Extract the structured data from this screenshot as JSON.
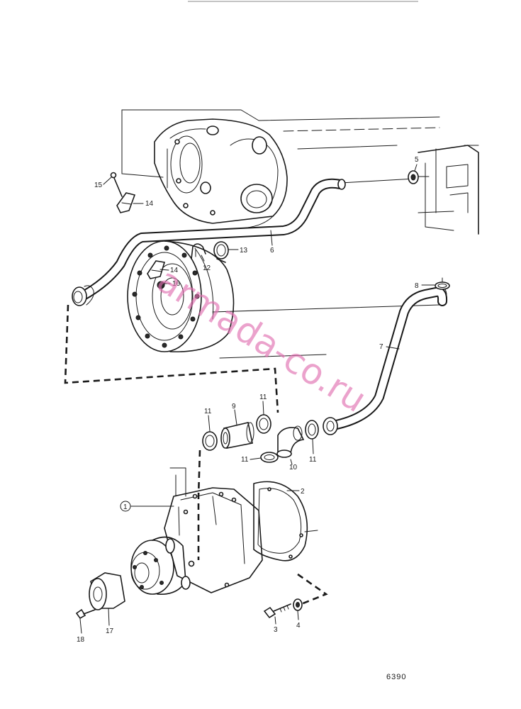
{
  "diagram": {
    "callouts": [
      {
        "id": "callout-15",
        "text": "15"
      },
      {
        "id": "callout-14-top",
        "text": "14"
      },
      {
        "id": "callout-14-mid",
        "text": "14"
      },
      {
        "id": "callout-16",
        "text": "16"
      },
      {
        "id": "callout-12",
        "text": "12"
      },
      {
        "id": "callout-13",
        "text": "13"
      },
      {
        "id": "callout-6",
        "text": "6"
      },
      {
        "id": "callout-5",
        "text": "5"
      },
      {
        "id": "callout-8",
        "text": "8"
      },
      {
        "id": "callout-7",
        "text": "7"
      },
      {
        "id": "callout-11-a",
        "text": "11"
      },
      {
        "id": "callout-9",
        "text": "9"
      },
      {
        "id": "callout-11-b",
        "text": "11"
      },
      {
        "id": "callout-11-c",
        "text": "11"
      },
      {
        "id": "callout-10",
        "text": "10"
      },
      {
        "id": "callout-11-d",
        "text": "11"
      },
      {
        "id": "callout-1",
        "text": "1"
      },
      {
        "id": "callout-2",
        "text": "2"
      },
      {
        "id": "callout-3",
        "text": "3"
      },
      {
        "id": "callout-4",
        "text": "4"
      },
      {
        "id": "callout-17",
        "text": "17"
      },
      {
        "id": "callout-18",
        "text": "18"
      }
    ],
    "reference_number": "6390",
    "watermark": "armada-co.ru"
  }
}
